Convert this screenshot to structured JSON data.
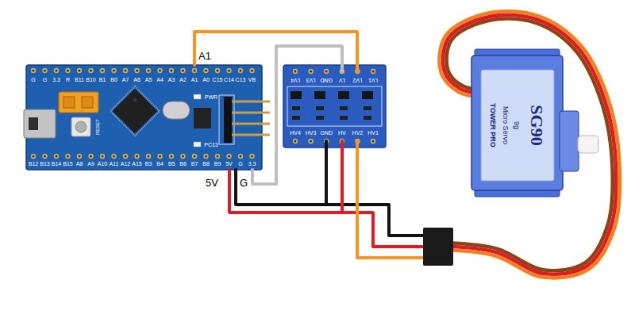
{
  "diagram": {
    "labels": [
      "G",
      "G",
      "3.3",
      "R",
      "B11",
      "B10",
      "B1",
      "B0",
      "A7",
      "A6",
      "A5",
      "A4",
      "A3",
      "A2",
      "A1",
      "A0",
      "C15",
      "C14",
      "C13",
      "VB",
      "B12",
      "B13",
      "B14",
      "B15",
      "A8",
      "A9",
      "A10",
      "A11",
      "A12",
      "A15",
      "B3",
      "B4",
      "B5",
      "B6",
      "B7",
      "B8",
      "B9",
      "5V",
      "G",
      "3.3",
      "RESET",
      "PWR",
      "PC13",
      "LV4",
      "LV3",
      "GND",
      "LV",
      "LV2",
      "LV1",
      "HV4",
      "HV3",
      "GND",
      "HV",
      "HV2",
      "HV1",
      "TOWER PRO",
      "Micro Servo",
      "9g",
      "SG90",
      "A1",
      "5V",
      "G"
    ]
  }
}
